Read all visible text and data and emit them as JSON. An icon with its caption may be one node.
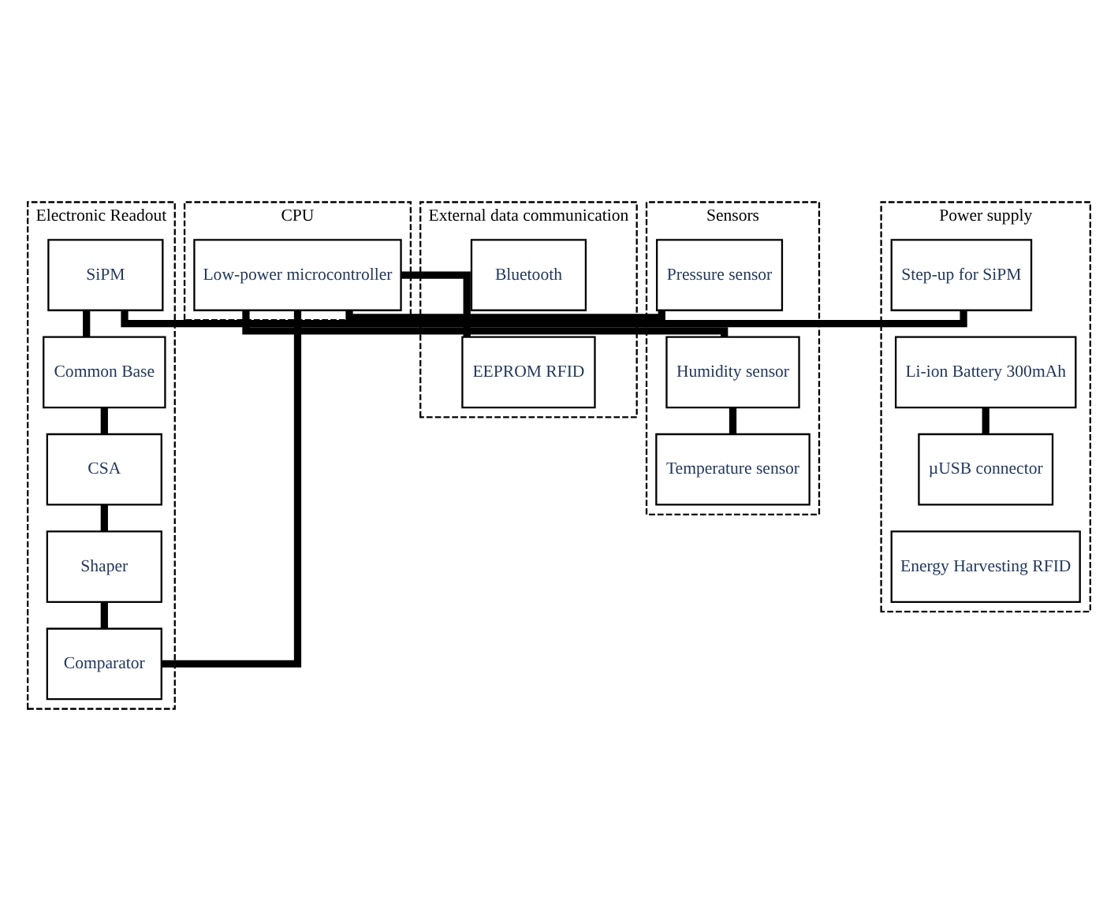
{
  "diagram": {
    "nodes": [
      {
        "text": [
          "Electronic Readout"
        ]
      },
      {
        "text": [
          "SiPM"
        ],
        "in": 0
      },
      {
        "text": [
          "Common Base"
        ],
        "in": 0
      },
      {
        "text": [
          "CSA"
        ],
        "in": 0
      },
      {
        "text": [
          "Shaper"
        ],
        "in": 0
      },
      {
        "text": [
          "Comparator"
        ],
        "in": 0
      },
      {
        "text": [
          "Power supply"
        ]
      },
      {
        "text": [
          "Step-up for SiPM"
        ],
        "in": 6
      },
      {
        "text": [
          "Li-ion Battery 300mAh"
        ],
        "in": 6
      },
      {
        "text": [
          "µUSB connector"
        ],
        "in": 6
      },
      {
        "text": [
          "Energy Harvesting RFID"
        ],
        "in": 6
      },
      {
        "text": [
          "External data communication"
        ]
      },
      {
        "text": [
          "Bluetooth"
        ],
        "in": 11
      },
      {
        "text": [
          "EEPROM RFID"
        ],
        "in": 11
      },
      {
        "text": [
          "CPU"
        ]
      },
      {
        "text": [
          "Low-power microcontroller"
        ],
        "in": 14
      },
      {
        "text": [
          "Sensors"
        ]
      },
      {
        "text": [
          "Pressure sensor"
        ],
        "in": 16
      },
      {
        "text": [
          "Humidity sensor"
        ],
        "in": 16
      },
      {
        "text": [
          "Temperature sensor"
        ],
        "in": 16
      }
    ],
    "edges": [
      {
        "from": 1,
        "to": 2,
        "arrow": "none"
      },
      {
        "from": 2,
        "to": 3,
        "arrow": "none"
      },
      {
        "from": 3,
        "to": 4,
        "arrow": "none"
      },
      {
        "from": 4,
        "to": 5,
        "arrow": "none"
      },
      {
        "from": 1,
        "to": 7,
        "arrow": "none"
      },
      {
        "from": 8,
        "to": 9,
        "arrow": "none"
      },
      {
        "from": 13,
        "to": 15,
        "arrow": "none"
      },
      {
        "from": 15,
        "to": 17,
        "arrow": "none"
      },
      {
        "from": 15,
        "to": 18,
        "arrow": "none"
      },
      {
        "from": 18,
        "to": 19,
        "arrow": "none"
      },
      {
        "from": 5,
        "to": 15,
        "arrow": "none"
      }
    ]
  }
}
